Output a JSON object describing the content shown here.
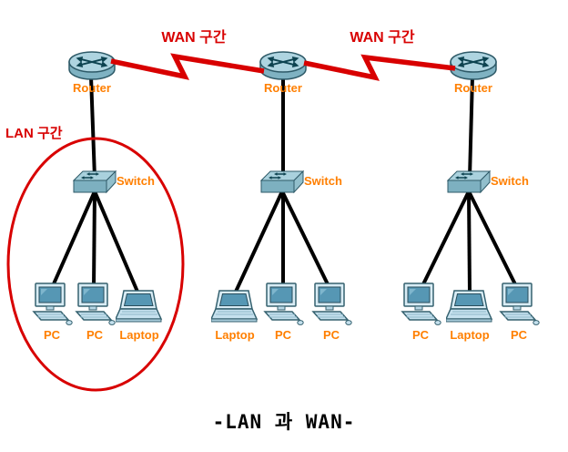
{
  "diagram": {
    "caption": "-LAN 과 WAN-",
    "annotations": {
      "lan_label": "LAN 구간",
      "wan_labels": [
        "WAN 구간",
        "WAN 구간"
      ]
    },
    "groups": [
      {
        "router_label": "Router",
        "switch_label": "Switch",
        "device_labels": [
          "PC",
          "PC",
          "Laptop"
        ]
      },
      {
        "router_label": "Router",
        "switch_label": "Switch",
        "device_labels": [
          "Laptop",
          "PC",
          "PC"
        ]
      },
      {
        "router_label": "Router",
        "switch_label": "Switch",
        "device_labels": [
          "PC",
          "Laptop",
          "PC"
        ]
      }
    ],
    "colors": {
      "device_label_orange": "#ff7f00",
      "annotation_red": "#d80000",
      "wan_link_red": "#d80000",
      "lan_ellipse_red": "#d80000",
      "cable_black": "#000000",
      "device_fill_light": "#d8ecf5",
      "device_fill_teal": "#5697b4",
      "background": "#ffffff"
    }
  }
}
